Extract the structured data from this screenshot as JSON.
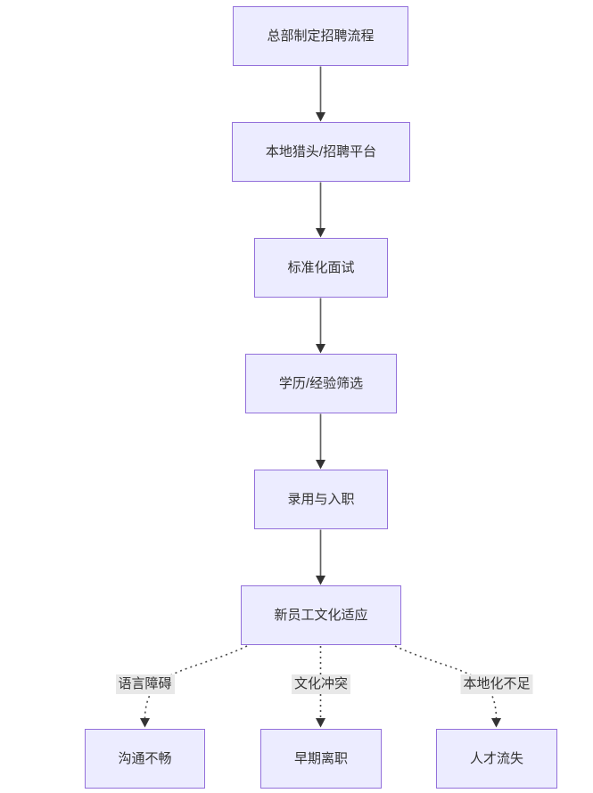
{
  "diagram": {
    "type": "flowchart",
    "direction": "top-down",
    "colors": {
      "background": "#ffffff",
      "node_fill": "#ECECFF",
      "node_border": "#9370DB",
      "node_text": "#333333",
      "edge_line": "#616161",
      "arrowhead": "#333333",
      "edge_label_bg": "#e8e8e8",
      "edge_label_text": "#333333"
    },
    "nodes": [
      {
        "id": "hq-recruitment-process",
        "label": "总部制定招聘流程"
      },
      {
        "id": "local-headhunter-platform",
        "label": "本地猎头/招聘平台"
      },
      {
        "id": "standardized-interview",
        "label": "标准化面试"
      },
      {
        "id": "education-experience-screening",
        "label": "学历/经验筛选"
      },
      {
        "id": "hiring-onboarding",
        "label": "录用与入职"
      },
      {
        "id": "new-employee-culture-adaptation",
        "label": "新员工文化适应"
      },
      {
        "id": "communication-problems",
        "label": "沟通不畅"
      },
      {
        "id": "early-turnover",
        "label": "早期离职"
      },
      {
        "id": "talent-loss",
        "label": "人才流失"
      }
    ],
    "edges": [
      {
        "from": "总部制定招聘流程",
        "to": "本地猎头/招聘平台",
        "style": "solid"
      },
      {
        "from": "本地猎头/招聘平台",
        "to": "标准化面试",
        "style": "solid"
      },
      {
        "from": "标准化面试",
        "to": "学历/经验筛选",
        "style": "solid"
      },
      {
        "from": "学历/经验筛选",
        "to": "录用与入职",
        "style": "solid"
      },
      {
        "from": "录用与入职",
        "to": "新员工文化适应",
        "style": "solid"
      },
      {
        "from": "新员工文化适应",
        "to": "沟通不畅",
        "style": "dotted",
        "label": "语言障碍"
      },
      {
        "from": "新员工文化适应",
        "to": "早期离职",
        "style": "dotted",
        "label": "文化冲突"
      },
      {
        "from": "新员工文化适应",
        "to": "人才流失",
        "style": "dotted",
        "label": "本地化不足"
      }
    ]
  }
}
